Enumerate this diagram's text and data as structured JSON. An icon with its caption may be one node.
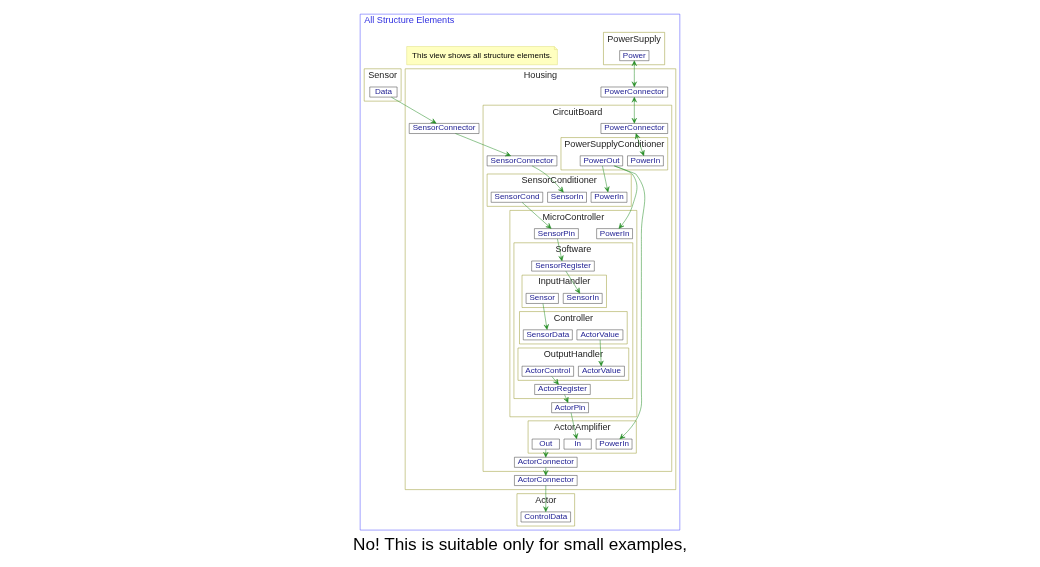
{
  "diagram": {
    "caption": "No! This is suitable only for small examples,",
    "nodes": [
      {
        "text": [
          "All Structure Elements"
        ]
      },
      {
        "text": [
          "PowerSupply"
        ],
        "in": 0
      },
      {
        "text": [
          "Power"
        ],
        "in": 1
      },
      {
        "text": [
          "Housing"
        ],
        "in": 0
      },
      {
        "text": [
          "PowerConnector"
        ],
        "in": 3
      },
      {
        "text": [
          "CircuitBoard"
        ],
        "in": 3
      },
      {
        "text": [
          "PowerConnector"
        ],
        "in": 5
      },
      {
        "text": [
          "PowerSupplyConditioner"
        ],
        "in": 5
      },
      {
        "text": [
          "PowerIn"
        ],
        "in": 7
      },
      {
        "text": [
          "PowerOut"
        ],
        "in": 7
      },
      {
        "text": [
          "ActorAmplifier"
        ],
        "in": 5
      },
      {
        "text": [
          "PowerIn"
        ],
        "in": 10
      },
      {
        "text": [
          "In"
        ],
        "in": 10
      },
      {
        "text": [
          "Out"
        ],
        "in": 10
      },
      {
        "text": [
          "SensorConditioner"
        ],
        "in": 5
      },
      {
        "text": [
          "PowerIn"
        ],
        "in": 14
      },
      {
        "text": [
          "SensorIn"
        ],
        "in": 14
      },
      {
        "text": [
          "SensorCond"
        ],
        "in": 14
      },
      {
        "text": [
          "Sensor"
        ],
        "in": 0
      },
      {
        "text": [
          "Data"
        ],
        "in": 18
      },
      {
        "text": [
          "SensorConnector"
        ],
        "in": 5
      },
      {
        "text": [
          "SensorConnector"
        ],
        "in": 3
      },
      {
        "text": [
          "ActorConnector"
        ],
        "in": 5
      },
      {
        "text": [
          "ActorConnector"
        ],
        "in": 3
      },
      {
        "text": [
          "Actor"
        ],
        "in": 0
      },
      {
        "text": [
          "ControlData"
        ],
        "in": 24
      },
      {
        "text": [
          "MicroController"
        ],
        "in": 5
      },
      {
        "text": [
          "PowerIn"
        ],
        "in": 26
      },
      {
        "text": [
          "SensorPin"
        ],
        "in": 26
      },
      {
        "text": [
          "Software"
        ],
        "in": 26
      },
      {
        "text": [
          "InputHandler"
        ],
        "in": 29
      },
      {
        "text": [
          "SensorIn"
        ],
        "in": 30
      },
      {
        "text": [
          "Sensor"
        ],
        "in": 30
      },
      {
        "text": [
          "Controller"
        ],
        "in": 29
      },
      {
        "text": [
          "ActorValue"
        ],
        "in": 33
      },
      {
        "text": [
          "SensorData"
        ],
        "in": 33
      },
      {
        "text": [
          "OutputHandler"
        ],
        "in": 29
      },
      {
        "text": [
          "ActorValue"
        ],
        "in": 36
      },
      {
        "text": [
          "ActorControl"
        ],
        "in": 36
      },
      {
        "text": [
          "SensorRegister"
        ],
        "in": 29
      },
      {
        "text": [
          "ActorRegister"
        ],
        "in": 29
      },
      {
        "text": [
          "ActorPin"
        ],
        "in": 26
      },
      {
        "text": [
          "This view shows all structure elements."
        ],
        "in": 0
      }
    ],
    "edges": [
      {
        "from": 2,
        "to": 4,
        "arrow": "both"
      },
      {
        "from": 4,
        "to": 6,
        "arrow": "both"
      },
      {
        "from": 6,
        "to": 8,
        "arrow": "both"
      },
      {
        "from": 9,
        "to": 11,
        "arrow": "to"
      },
      {
        "from": 9,
        "to": 15,
        "arrow": "to"
      },
      {
        "from": 9,
        "to": 27,
        "arrow": "to"
      },
      {
        "from": 19,
        "to": 21,
        "arrow": "to"
      },
      {
        "from": 21,
        "to": 20,
        "arrow": "to"
      },
      {
        "from": 20,
        "to": 16,
        "arrow": "to"
      },
      {
        "from": 17,
        "to": 28,
        "arrow": "to"
      },
      {
        "from": 28,
        "to": 39,
        "arrow": "to"
      },
      {
        "from": 39,
        "to": 31,
        "arrow": "to"
      },
      {
        "from": 32,
        "to": 35,
        "arrow": "to"
      },
      {
        "from": 34,
        "to": 37,
        "arrow": "to"
      },
      {
        "from": 38,
        "to": 40,
        "arrow": "to"
      },
      {
        "from": 40,
        "to": 41,
        "arrow": "to"
      },
      {
        "from": 41,
        "to": 12,
        "arrow": "to"
      },
      {
        "from": 13,
        "to": 22,
        "arrow": "to"
      },
      {
        "from": 22,
        "to": 23,
        "arrow": "to"
      },
      {
        "from": 23,
        "to": 25,
        "arrow": "to"
      }
    ]
  }
}
